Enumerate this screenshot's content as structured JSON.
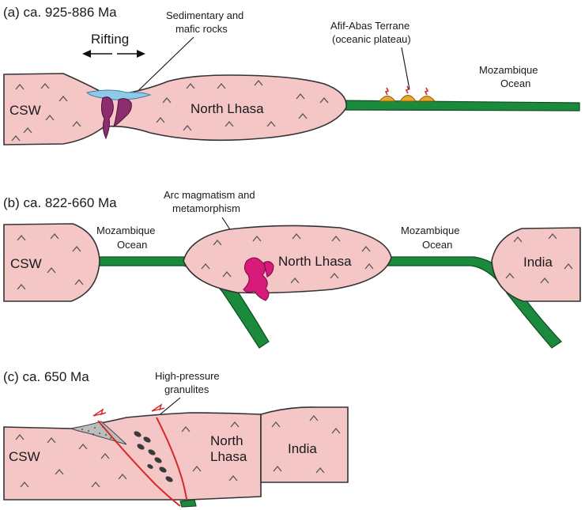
{
  "panels": [
    {
      "title": "(a) ca. 925-886 Ma",
      "labels": {
        "rifting": "Rifting",
        "sediment_line1": "Sedimentary and",
        "sediment_line2": "mafic rocks",
        "terrane_line1": "Afif-Abas Terrane",
        "terrane_line2": "(oceanic plateau)",
        "ocean_line1": "Mozambique",
        "ocean_line2": "Ocean",
        "csw": "CSW",
        "north_lhasa": "North Lhasa"
      }
    },
    {
      "title": "(b) ca. 822-660 Ma",
      "labels": {
        "arc_line1": "Arc magmatism and",
        "arc_line2": "metamorphism",
        "ocean1_line1": "Mozambique",
        "ocean1_line2": "Ocean",
        "ocean2_line1": "Mozambique",
        "ocean2_line2": "Ocean",
        "csw": "CSW",
        "north_lhasa": "North Lhasa",
        "india": "India"
      }
    },
    {
      "title": "(c) ca. 650 Ma",
      "labels": {
        "hp_line1": "High-pressure",
        "hp_line2": "granulites",
        "csw": "CSW",
        "north_line1": "North",
        "north_line2": "Lhasa",
        "india": "India"
      }
    }
  ],
  "colors": {
    "continent": "#f4c6c6",
    "oceanic_crust": "#1b8a3c",
    "mafic_intrusion": "#8e2d6e",
    "arc_magma": "#d81b7a",
    "water": "#8fc9e8",
    "plateau": "#e8a632",
    "fault": "#d62a2a"
  }
}
